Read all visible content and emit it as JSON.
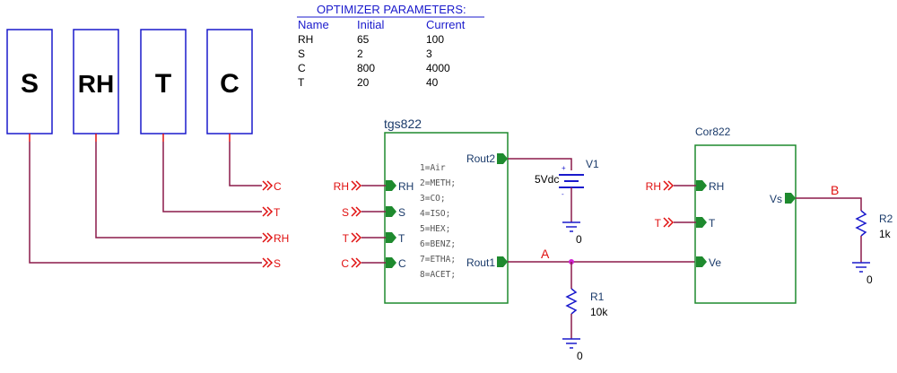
{
  "param_boxes": [
    {
      "label": "S"
    },
    {
      "label": "RH"
    },
    {
      "label": "T"
    },
    {
      "label": "C"
    }
  ],
  "optimizer": {
    "title": "OPTIMIZER PARAMETERS:",
    "headers": [
      "Name",
      "Initial",
      "Current"
    ],
    "rows": [
      [
        "RH",
        "65",
        "100"
      ],
      [
        "S",
        "2",
        "3"
      ],
      [
        "C",
        "800",
        "4000"
      ],
      [
        "T",
        "20",
        "40"
      ]
    ]
  },
  "offpage_left": [
    "C",
    "T",
    "RH",
    "S"
  ],
  "tgs822": {
    "title": "tgs822",
    "pins_left": [
      "RH",
      "S",
      "T",
      "C"
    ],
    "inputs_left": [
      "RH",
      "S",
      "T",
      "C"
    ],
    "pin_rout2": "Rout2",
    "pin_rout1": "Rout1",
    "gas_list": [
      "1=Air",
      "2=METH;",
      "3=CO;",
      "4=ISO;",
      "5=HEX;",
      "6=BENZ;",
      "7=ETHA;",
      "8=ACET;"
    ]
  },
  "v1": {
    "name": "V1",
    "value": "5Vdc",
    "ground": "0"
  },
  "node_a": "A",
  "node_b": "B",
  "r1": {
    "name": "R1",
    "value": "10k",
    "ground": "0"
  },
  "cor822": {
    "title": "Cor822",
    "pin_rh": "RH",
    "pin_t": "T",
    "pin_ve": "Ve",
    "pin_vs": "Vs",
    "inputs_left": [
      "RH",
      "T"
    ]
  },
  "r2": {
    "name": "R2",
    "value": "1k",
    "ground": "0"
  },
  "colors": {
    "wire": "#8b1a4a",
    "box": "#1a1acc",
    "comp": "#1e8a2e",
    "net": "#e01010",
    "pin": "#1e8a2e",
    "text": "#1a3a6a"
  }
}
